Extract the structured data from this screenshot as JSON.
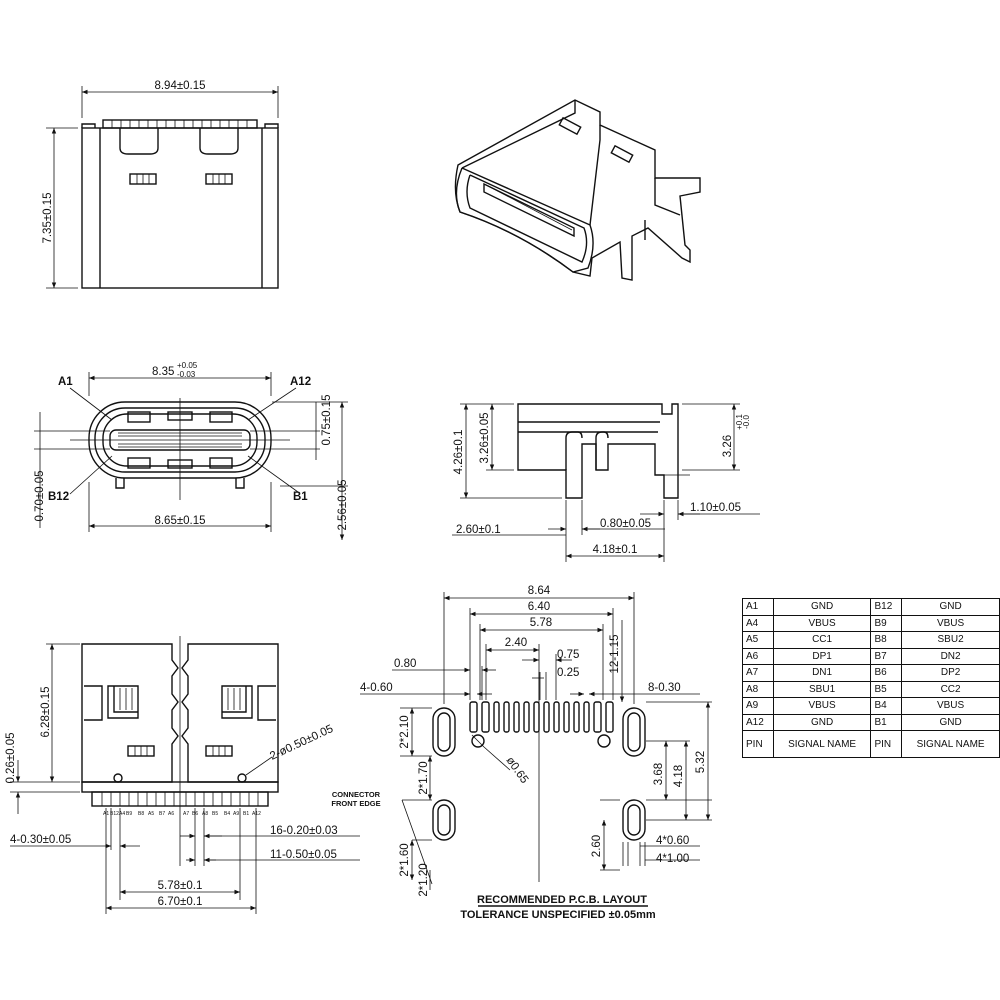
{
  "top_view": {
    "width_dim": "8.94±0.15",
    "height_dim": "7.35±0.15"
  },
  "front_view": {
    "label_a1": "A1",
    "label_a12": "A12",
    "label_b12": "B12",
    "label_b1": "B1",
    "width_top_base": "8.35",
    "width_top_tol_upper": "+0.05",
    "width_top_tol_lower": "-0.03",
    "width_bottom_dim": "8.65±0.15",
    "dim_075": "0.75±0.15",
    "dim_070": "0.70±0.05",
    "dim_256": "2.56±0.05"
  },
  "side_view": {
    "dim_426": "4.26±0.1",
    "dim_326_left": "3.26±0.05",
    "dim_326_right_base": "3.26",
    "dim_326_right_tol_upper": "+0.1",
    "dim_326_right_tol_lower": "-0.0",
    "dim_110": "1.10±0.05",
    "dim_080": "0.80±0.05",
    "dim_260": "2.60±0.1",
    "dim_418": "4.18±0.1"
  },
  "bottom_view": {
    "dim_628": "6.28±0.15",
    "dim_026": "0.26±0.05",
    "dim_holes": "2-ø0.50±0.05",
    "pin_labels": [
      "A1",
      "B12",
      "A4",
      "B9",
      "B8",
      "A5",
      "B7",
      "A6",
      "A7",
      "B6",
      "A8",
      "B5",
      "B4",
      "A9",
      "B1",
      "A12"
    ],
    "dim_4x030": "4-0.30±0.05",
    "dim_16x020": "16-0.20±0.03",
    "dim_11x050": "11-0.50±0.05",
    "dim_578": "5.78±0.1",
    "dim_670": "6.70±0.1"
  },
  "pcb_layout": {
    "dim_864": "8.64",
    "dim_640": "6.40",
    "dim_578": "5.78",
    "dim_240": "2.40",
    "dim_075": "0.75",
    "dim_025": "0.25",
    "dim_080": "0.80",
    "dim_12x115": "12-1.15",
    "dim_4x060_left": "4-0.60",
    "dim_8x030": "8-0.30",
    "dim_2x210": "2*2.10",
    "dim_2x170": "2*1.70",
    "dim_hole": "ø0.65",
    "dim_368": "3.68",
    "dim_418": "4.18",
    "dim_532": "5.32",
    "connector_front_edge": [
      "CONNECTOR",
      "FRONT EDGE"
    ],
    "dim_2x160": "2*1.60",
    "dim_2x120": "2*1.20",
    "dim_260": "2.60",
    "dim_4x060_right": "4*0.60",
    "dim_4x100": "4*1.00",
    "caption": "RECOMMENDED   P.C.B.  LAYOUT",
    "tolerance": "TOLERANCE  UNSPECIFIED  ±0.05mm"
  },
  "pin_table": {
    "rows": [
      [
        "A1",
        "GND",
        "B12",
        "GND"
      ],
      [
        "A4",
        "VBUS",
        "B9",
        "VBUS"
      ],
      [
        "A5",
        "CC1",
        "B8",
        "SBU2"
      ],
      [
        "A6",
        "DP1",
        "B7",
        "DN2"
      ],
      [
        "A7",
        "DN1",
        "B6",
        "DP2"
      ],
      [
        "A8",
        "SBU1",
        "B5",
        "CC2"
      ],
      [
        "A9",
        "VBUS",
        "B4",
        "VBUS"
      ],
      [
        "A12",
        "GND",
        "B1",
        "GND"
      ]
    ],
    "header": [
      "PIN",
      "SIGNAL NAME",
      "PIN",
      "SIGNAL NAME"
    ]
  }
}
